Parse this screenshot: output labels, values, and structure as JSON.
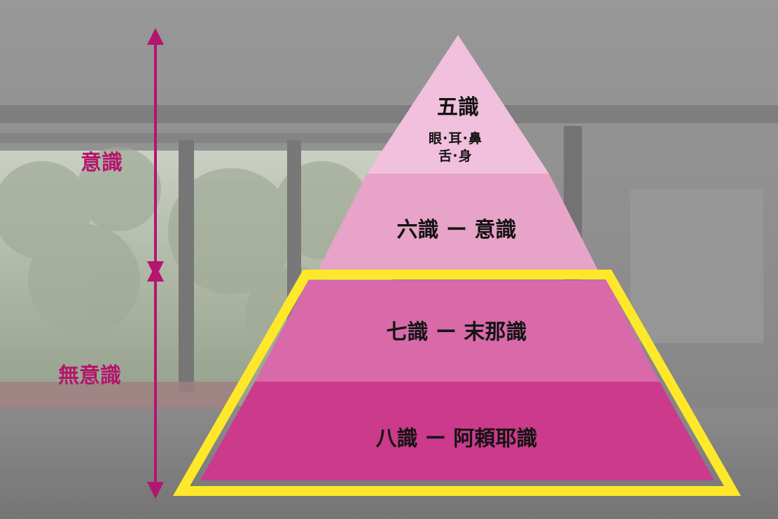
{
  "diagram": {
    "tiers": [
      {
        "id": "goshiki",
        "label": "五識",
        "sublabel_lines": [
          "眼･耳･鼻",
          "舌･身"
        ],
        "fill": "#f0c0dc"
      },
      {
        "id": "rokushiki",
        "label": "六識 ー 意識",
        "fill": "#e8a3c8"
      },
      {
        "id": "nanashiki",
        "label": "七識 ー 末那識",
        "fill": "#d86aaa"
      },
      {
        "id": "hasshiki",
        "label": "八識 ー 阿頼耶識",
        "fill": "#cb3a8b"
      }
    ],
    "side_labels": {
      "conscious": "意識",
      "unconscious": "無意識"
    },
    "colors": {
      "accent": "#b4156e",
      "highlight_border": "#ffe82a",
      "text": "#141414"
    }
  }
}
